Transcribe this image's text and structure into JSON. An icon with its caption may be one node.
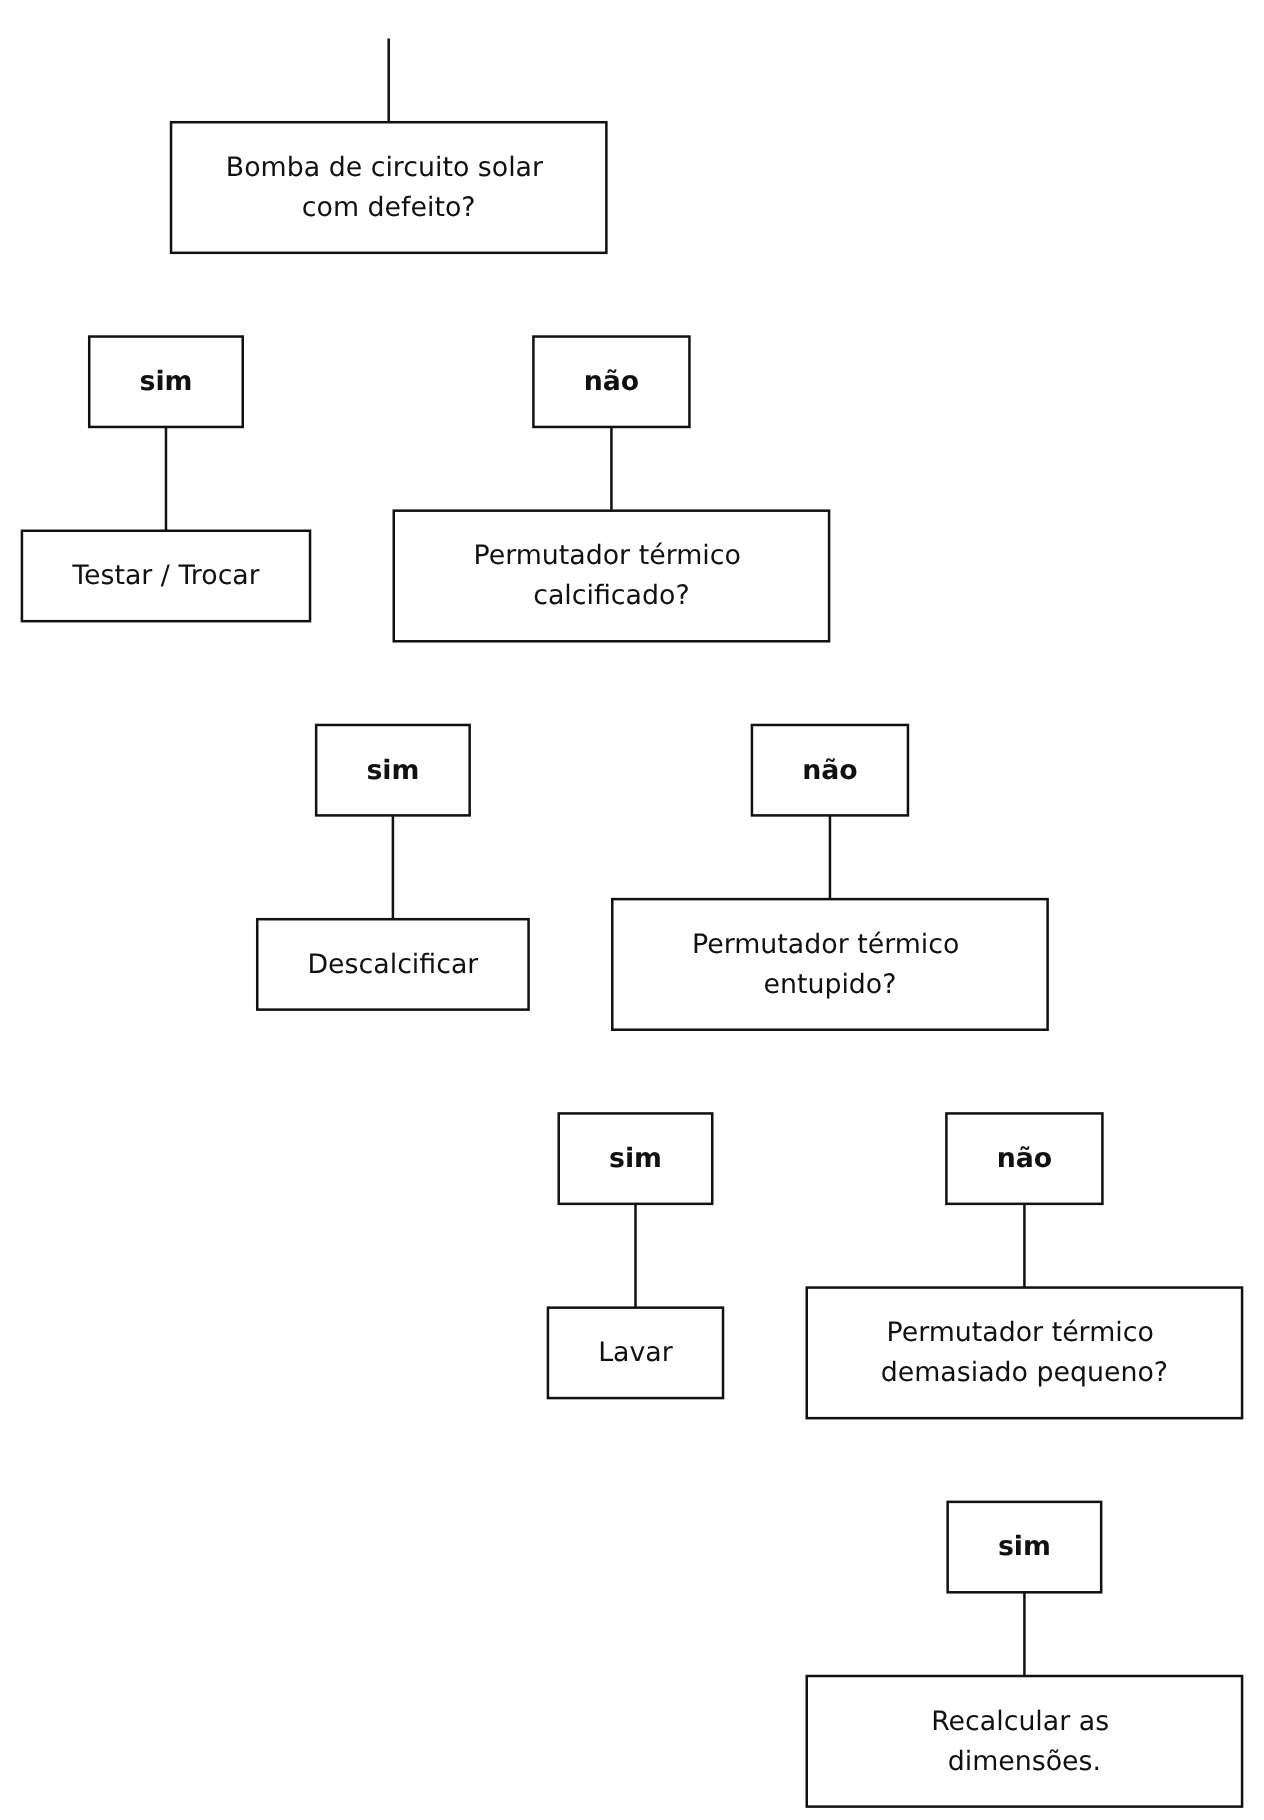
{
  "diagram": {
    "nodes": [
      {
        "text": [
          "Bomba de circuito solar com defeito?"
        ]
      },
      {
        "text": [
          "não"
        ]
      },
      {
        "text": [
          "sim"
        ]
      },
      {
        "text": [
          "Testar / Trocar"
        ]
      },
      {
        "text": [
          "Permutador térmico calcificado?"
        ]
      },
      {
        "text": [
          "não"
        ]
      },
      {
        "text": [
          "sim"
        ]
      },
      {
        "text": [
          "Descalcificar"
        ]
      },
      {
        "text": [
          "Permutador térmico entupido?"
        ]
      },
      {
        "text": [
          "não"
        ]
      },
      {
        "text": [
          "sim"
        ]
      },
      {
        "text": [
          "Lavar"
        ]
      },
      {
        "text": [
          "Permutador térmico demasiado pequeno?"
        ]
      },
      {
        "text": [
          "sim"
        ]
      },
      {
        "text": [
          "Recalcular as dimensões."
        ]
      }
    ],
    "edges": [
      {
        "from": null,
        "to": 0,
        "arrow": "none"
      },
      {
        "from": 2,
        "to": 3,
        "arrow": "none"
      },
      {
        "from": 1,
        "to": 4,
        "arrow": "none"
      },
      {
        "from": 6,
        "to": 7,
        "arrow": "none"
      },
      {
        "from": 5,
        "to": 8,
        "arrow": "none"
      },
      {
        "from": 10,
        "to": 11,
        "arrow": "none"
      },
      {
        "from": 9,
        "to": 12,
        "arrow": "none"
      },
      {
        "from": 13,
        "to": 14,
        "arrow": "none"
      }
    ]
  }
}
